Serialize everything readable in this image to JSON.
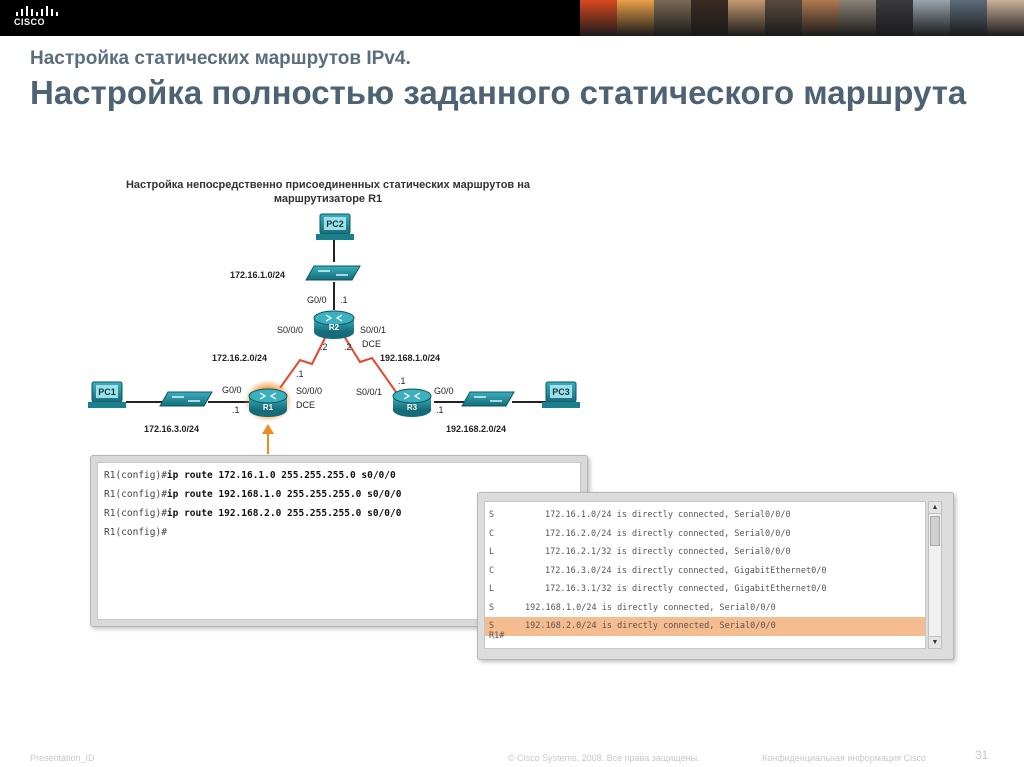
{
  "header": {
    "logo_text": "CISCO",
    "photo_colors": [
      "#d94a1e",
      "#e8a04a",
      "#7a6a55",
      "#3b2a22",
      "#c49a70",
      "#5a4a40",
      "#b07a50",
      "#8a8278",
      "#3a3a40",
      "#9aa4ae",
      "#5c6c7a",
      "#c9b09a"
    ]
  },
  "slide": {
    "subtitle": "Настройка статических маршрутов IPv4.",
    "title": "Настройка полностью заданного статического маршрута"
  },
  "diagram": {
    "caption": "Настройка непосредственно присоединенных статических маршрутов на маршрутизаторе R1",
    "devices": {
      "pc1": "PC1",
      "pc2": "PC2",
      "pc3": "PC3",
      "r1": "R1",
      "r2": "R2",
      "r3": "R3"
    },
    "networks": {
      "n_pc2": "172.16.1.0/24",
      "n_r1r2": "172.16.2.0/24",
      "n_r2r3": "192.168.1.0/24",
      "n_pc1": "172.16.3.0/24",
      "n_pc3": "192.168.2.0/24"
    },
    "interfaces": {
      "r2_g00": "G0/0",
      "r2_g00_ip": ".1",
      "r2_s000": "S0/0/0",
      "r2_s000_ip": ".2",
      "r2_s001": "S0/0/1",
      "r2_dce": "DCE",
      "r2_s001_ip": ".2",
      "r1_g00": "G0/0",
      "r1_g00_ip": ".1",
      "r1_s000": "S0/0/0",
      "r1_dce": "DCE",
      "r1_s000_ip": ".1",
      "r3_s001": "S0/0/1",
      "r3_s001_ip": ".1",
      "r3_g00": "G0/0",
      "r3_g00_ip": ".1"
    },
    "colors": {
      "serial_link": "#e8452c",
      "ethernet_link": "#222222",
      "device": "#1f8a9a",
      "highlight": "#f08a1c"
    }
  },
  "terminal1": {
    "lines": [
      {
        "prompt": "R1(config)#",
        "cmd": "ip route 172.16.1.0 255.255.255.0 s0/0/0"
      },
      {
        "prompt": "R1(config)#",
        "cmd": "ip route 192.168.1.0 255.255.255.0 s0/0/0"
      },
      {
        "prompt": "R1(config)#",
        "cmd": "ip route 192.168.2.0 255.255.255.0 s0/0/0"
      },
      {
        "prompt": "R1(config)#",
        "cmd": ""
      }
    ]
  },
  "terminal2": {
    "rows": [
      {
        "code": "S",
        "entry": "172.16.1.0/24 is directly connected, Serial0/0/0"
      },
      {
        "code": "C",
        "entry": "172.16.2.0/24 is directly connected, Serial0/0/0"
      },
      {
        "code": "L",
        "entry": "172.16.2.1/32 is directly connected, Serial0/0/0"
      },
      {
        "code": "C",
        "entry": "172.16.3.0/24 is directly connected, GigabitEthernet0/0"
      },
      {
        "code": "L",
        "entry": "172.16.3.1/32 is directly connected, GigabitEthernet0/0"
      },
      {
        "code": "S",
        "entry": "192.168.1.0/24 is directly connected, Serial0/0/0"
      },
      {
        "code": "S",
        "entry": "192.168.2.0/24 is directly connected, Serial0/0/0"
      }
    ],
    "prompt": "R1#"
  },
  "footer": {
    "presentation_id": "Presentation_ID",
    "copyright": "© Cisco Systems, 2008. Все права защищены.",
    "confidential": "Конфиденциальная информация Cisco",
    "page": "31"
  }
}
